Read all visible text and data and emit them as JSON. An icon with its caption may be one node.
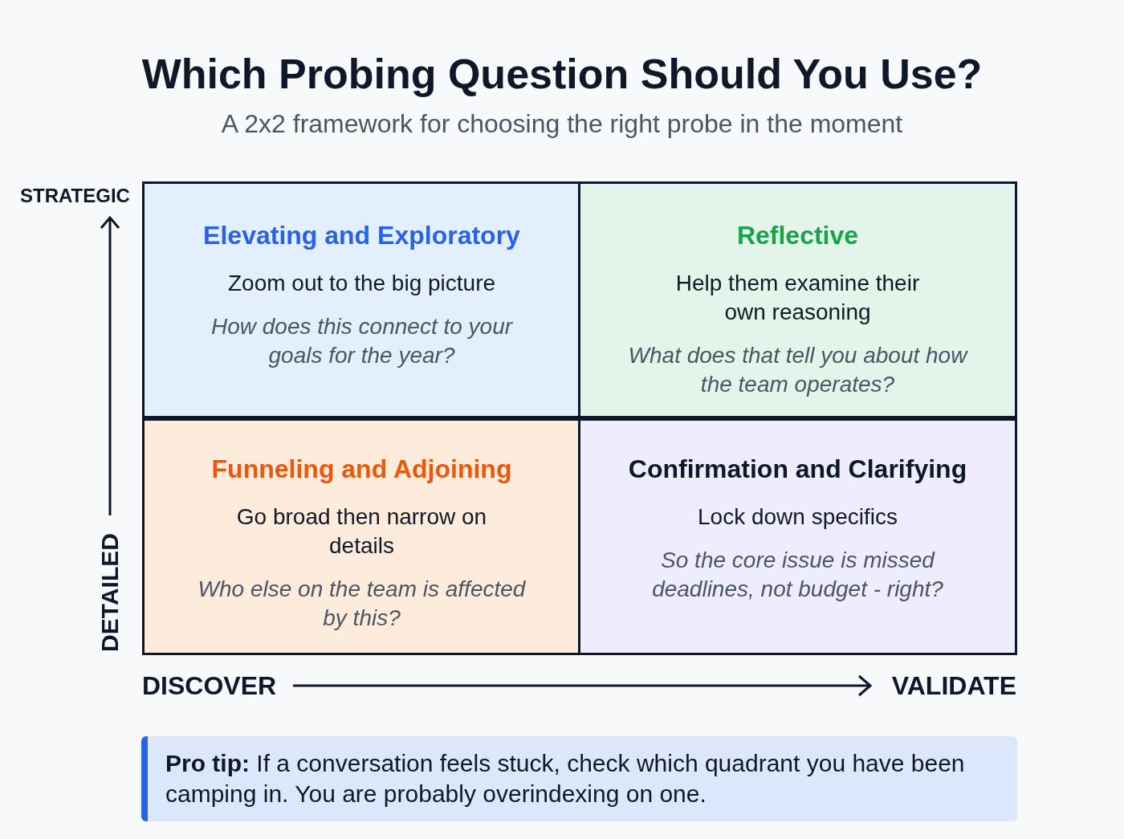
{
  "diagram": {
    "title": "Which Probing Question Should You Use?",
    "nodes": [
      {
        "text": [
          "Elevating and Exploratory",
          "Zoom out to the big picture",
          "How does this connect to your goals for the year?"
        ]
      },
      {
        "text": [
          "Reflective",
          "Help them examine their own reasoning",
          "What does that tell you about how the team operates?"
        ]
      },
      {
        "text": [
          "Funneling and Adjoining",
          "Go broad then narrow on details",
          "Who else on the team is affected by this?"
        ]
      },
      {
        "text": [
          "Confirmation and Clarifying",
          "Lock down specifics",
          "So the core issue is missed deadlines, not budget - right?"
        ]
      },
      {
        "text": [
          "**Pro tip:** If a conversation feels stuck, check which quadrant you have been camping in. You are probably overindexing on one."
        ]
      }
    ],
    "labels": [
      "A 2x2 framework for choosing the right probe in the moment",
      "STRATEGIC",
      "DETAILED",
      "DISCOVER",
      "VALIDATE"
    ]
  }
}
